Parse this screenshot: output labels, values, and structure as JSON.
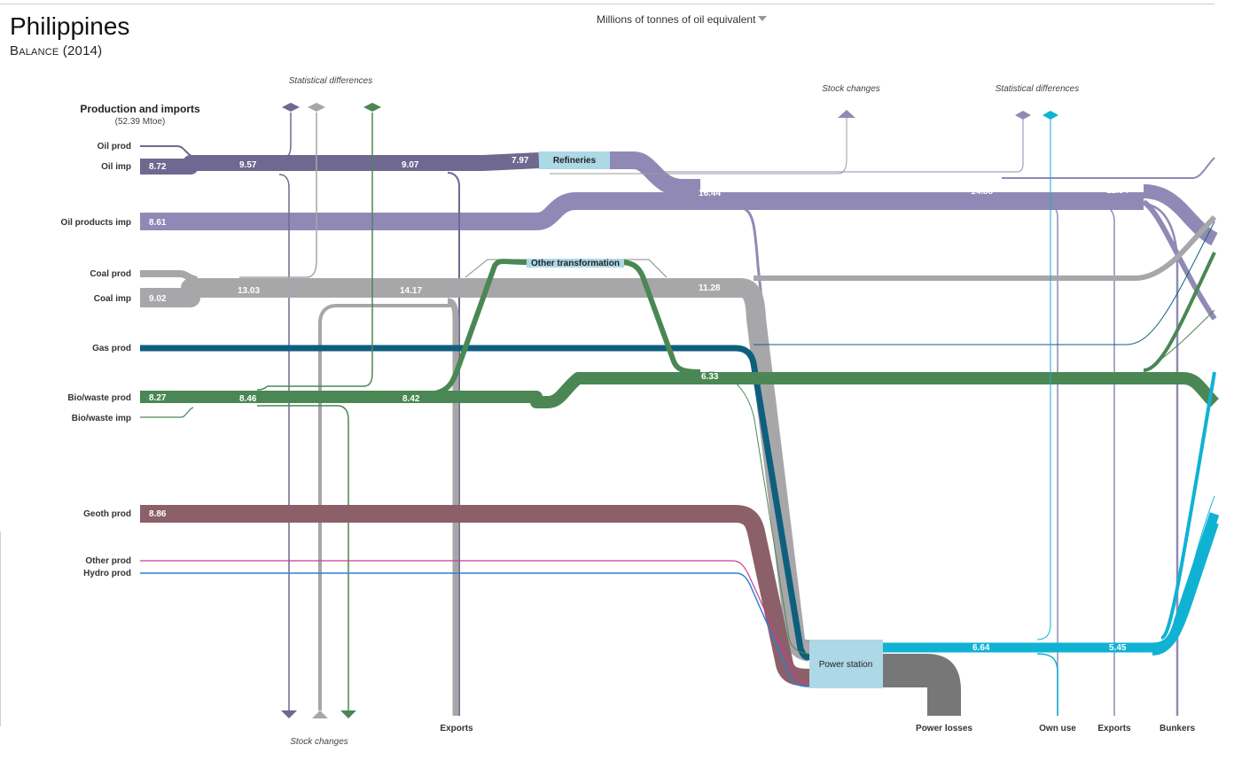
{
  "header": {
    "title": "Philippines",
    "subtitle": "Balance (2014)",
    "unit_selector": "Millions of tonnes of oil equivalent"
  },
  "inputs_header": {
    "title": "Production and imports",
    "total": "(52.39 Mtoe)"
  },
  "sources": [
    {
      "label": "Oil prod",
      "value": ""
    },
    {
      "label": "Oil imp",
      "value": "8.72"
    },
    {
      "label": "Oil products imp",
      "value": "8.61"
    },
    {
      "label": "Coal prod",
      "value": ""
    },
    {
      "label": "Coal imp",
      "value": "9.02"
    },
    {
      "label": "Gas prod",
      "value": ""
    },
    {
      "label": "Bio/waste prod",
      "value": "8.27"
    },
    {
      "label": "Bio/waste imp",
      "value": ""
    },
    {
      "label": "Geoth prod",
      "value": "8.86"
    },
    {
      "label": "Other prod",
      "value": ""
    },
    {
      "label": "Hydro prod",
      "value": ""
    }
  ],
  "flow_values": {
    "oil_1": "9.57",
    "oil_2": "9.07",
    "oil_to_refineries": "7.97",
    "oil_products_1": "16.44",
    "oil_products_2": "14.88",
    "oil_products_3": "12.94",
    "coal_1": "13.03",
    "coal_2": "14.17",
    "coal_3": "11.28",
    "bio_1": "8.46",
    "bio_2": "8.42",
    "bio_3": "6.33",
    "electricity_1": "6.64",
    "electricity_2": "5.45"
  },
  "nodes": {
    "refineries": "Refineries",
    "other_transformation": "Other transformation",
    "power_station": "Power station"
  },
  "annotations": {
    "stat_diff_left": "Statistical differences",
    "stat_diff_right": "Statistical differences",
    "stock_changes_top": "Stock  changes",
    "stock_changes_bottom": "Stock changes"
  },
  "outputs": {
    "exports_left": "Exports",
    "power_losses": "Power losses",
    "own_use": "Own use",
    "exports_right": "Exports",
    "bunkers": "Bunkers"
  },
  "colors": {
    "oil": "#6f6890",
    "oil_products": "#9189b5",
    "coal": "#a7a7aa",
    "gas": "#0e5f7e",
    "bio": "#4b8754",
    "geoth": "#8c6069",
    "other": "#cc3c8c",
    "hydro": "#2f7fd6",
    "electricity": "#0fb2d3",
    "node": "#add8e6",
    "losses": "#777777"
  }
}
